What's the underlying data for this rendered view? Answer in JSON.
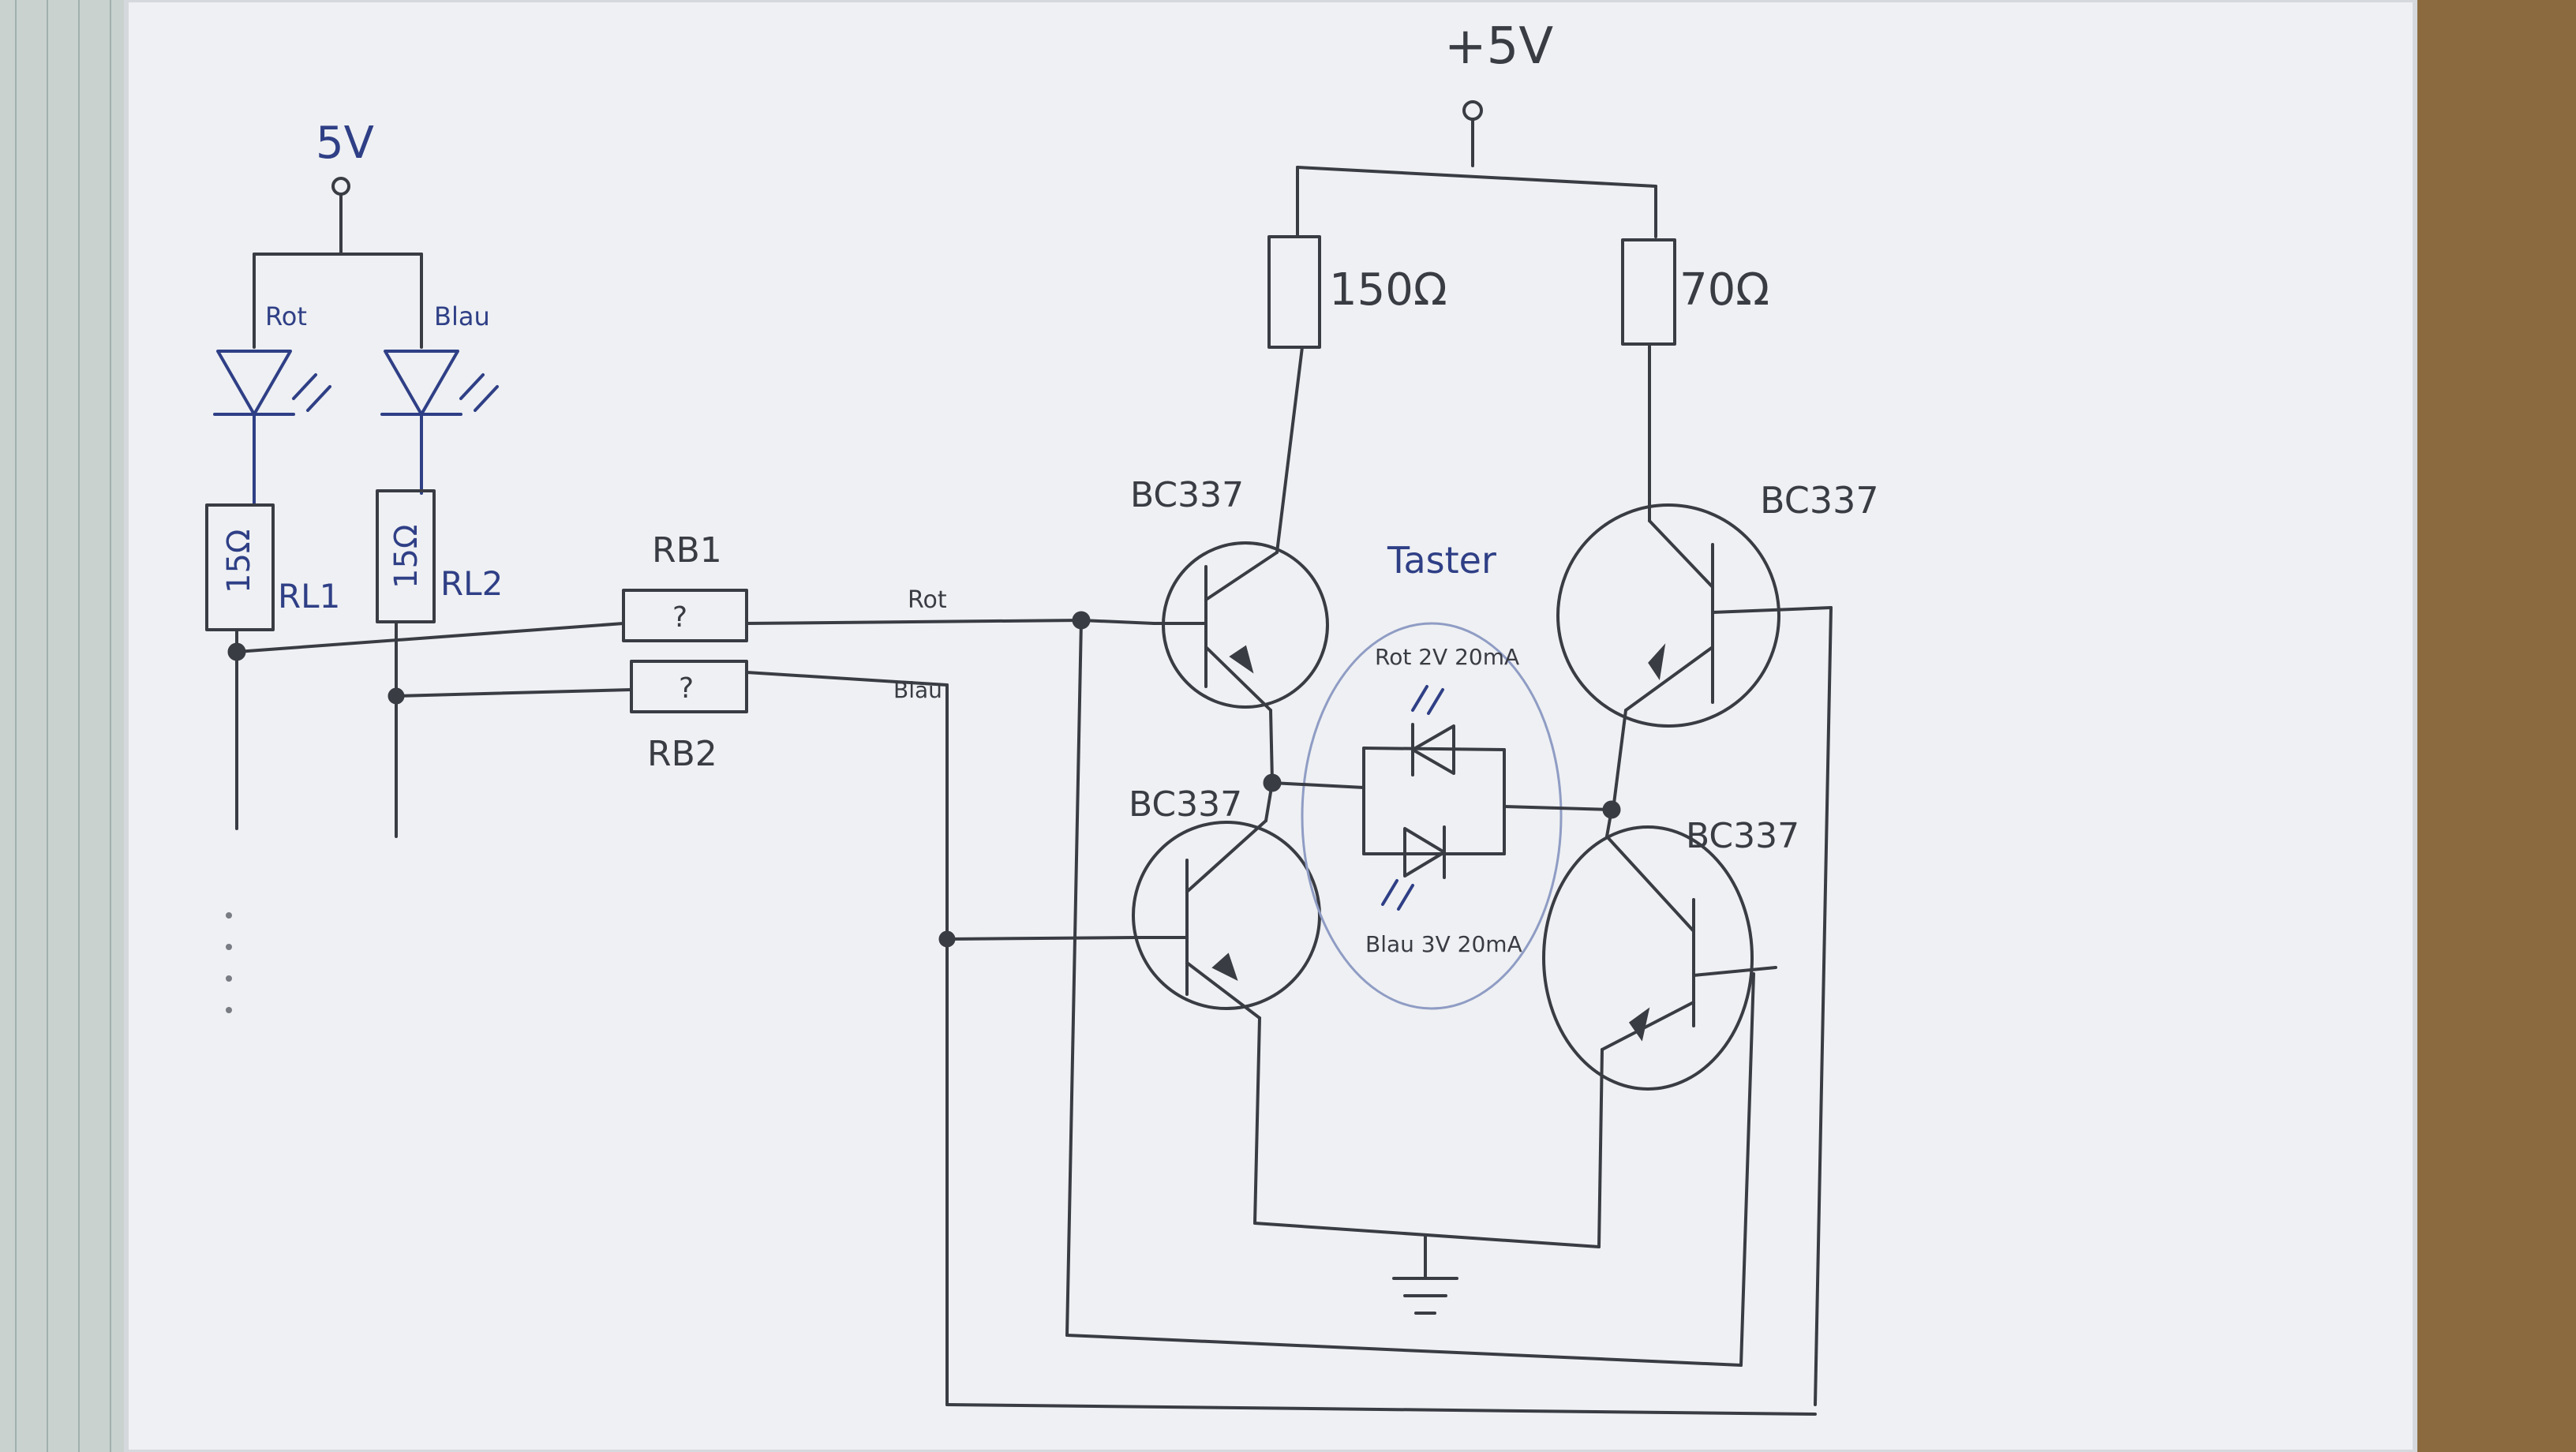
{
  "labels": {
    "supply_top": "+5V",
    "supply_left": "5V",
    "led_red_label": "Rot",
    "led_blue_label": "Blau",
    "rl1_value": "15Ω",
    "rl2_value": "15Ω",
    "rl1_name": "RL1",
    "rl2_name": "RL2",
    "rb1_name": "RB1",
    "rb2_name": "RB2",
    "rb1_value": "?",
    "rb2_value": "?",
    "wire_rot": "Rot",
    "wire_blau": "Blau",
    "r_top_left": "150Ω",
    "r_top_right": "70Ω",
    "q_top_left": "BC337",
    "q_top_right": "BC337",
    "q_bottom_left": "BC337",
    "q_bottom_right": "BC337",
    "switch_title": "Taster",
    "led_red_spec": "Rot 2V 20mA",
    "led_blue_spec": "Blau 3V 20mA"
  },
  "colors": {
    "paper": "#f2f4f6",
    "ink": "#3a3c44",
    "blue_ink": "#2f3f86",
    "desk": "#8a6a3e"
  }
}
